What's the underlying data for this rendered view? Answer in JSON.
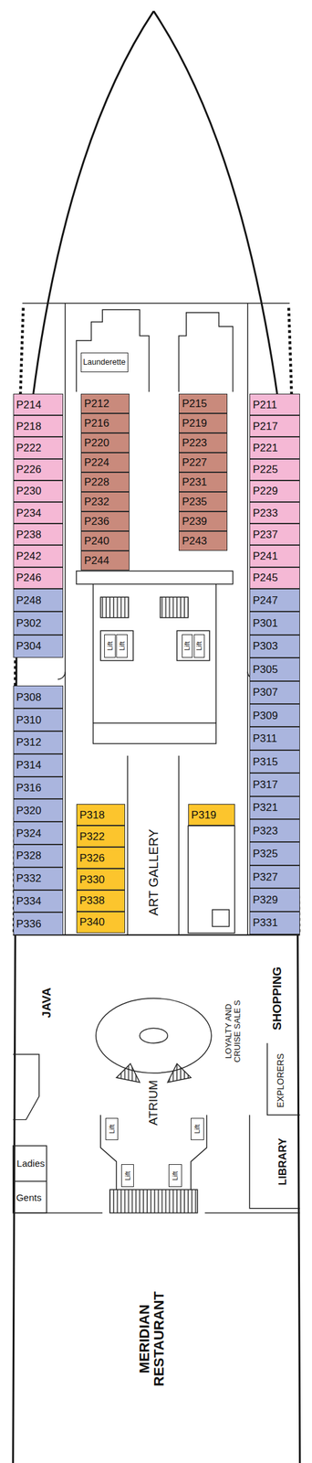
{
  "diagram": {
    "nodes": [
      {
        "text": [
          "Launderette"
        ]
      },
      {
        "text": [
          "P214"
        ]
      },
      {
        "text": [
          "P218"
        ]
      },
      {
        "text": [
          "P222"
        ]
      },
      {
        "text": [
          "P226"
        ]
      },
      {
        "text": [
          "P230"
        ]
      },
      {
        "text": [
          "P234"
        ]
      },
      {
        "text": [
          "P238"
        ]
      },
      {
        "text": [
          "P242"
        ]
      },
      {
        "text": [
          "P246"
        ]
      },
      {
        "text": [
          "P248"
        ]
      },
      {
        "text": [
          "P302"
        ]
      },
      {
        "text": [
          "P304"
        ]
      },
      {
        "text": [
          "P308"
        ]
      },
      {
        "text": [
          "P310"
        ]
      },
      {
        "text": [
          "P312"
        ]
      },
      {
        "text": [
          "P314"
        ]
      },
      {
        "text": [
          "P316"
        ]
      },
      {
        "text": [
          "P320"
        ]
      },
      {
        "text": [
          "P324"
        ]
      },
      {
        "text": [
          "P328"
        ]
      },
      {
        "text": [
          "P332"
        ]
      },
      {
        "text": [
          "P334"
        ]
      },
      {
        "text": [
          "P336"
        ]
      },
      {
        "text": [
          "P212"
        ]
      },
      {
        "text": [
          "P216"
        ]
      },
      {
        "text": [
          "P220"
        ]
      },
      {
        "text": [
          "P224"
        ]
      },
      {
        "text": [
          "P228"
        ]
      },
      {
        "text": [
          "P232"
        ]
      },
      {
        "text": [
          "P236"
        ]
      },
      {
        "text": [
          "P240"
        ]
      },
      {
        "text": [
          "P244"
        ]
      },
      {
        "text": [
          "P215"
        ]
      },
      {
        "text": [
          "P219"
        ]
      },
      {
        "text": [
          "P223"
        ]
      },
      {
        "text": [
          "P227"
        ]
      },
      {
        "text": [
          "P231"
        ]
      },
      {
        "text": [
          "P235"
        ]
      },
      {
        "text": [
          "P239"
        ]
      },
      {
        "text": [
          "P243"
        ]
      },
      {
        "text": [
          "P211"
        ]
      },
      {
        "text": [
          "P217"
        ]
      },
      {
        "text": [
          "P221"
        ]
      },
      {
        "text": [
          "P225"
        ]
      },
      {
        "text": [
          "P229"
        ]
      },
      {
        "text": [
          "P233"
        ]
      },
      {
        "text": [
          "P237"
        ]
      },
      {
        "text": [
          "P241"
        ]
      },
      {
        "text": [
          "P245"
        ]
      },
      {
        "text": [
          "P247"
        ]
      },
      {
        "text": [
          "P301"
        ]
      },
      {
        "text": [
          "P303"
        ]
      },
      {
        "text": [
          "P305"
        ]
      },
      {
        "text": [
          "P307"
        ]
      },
      {
        "text": [
          "P309"
        ]
      },
      {
        "text": [
          "P311"
        ]
      },
      {
        "text": [
          "P315"
        ]
      },
      {
        "text": [
          "P317"
        ]
      },
      {
        "text": [
          "P321"
        ]
      },
      {
        "text": [
          "P323"
        ]
      },
      {
        "text": [
          "P325"
        ]
      },
      {
        "text": [
          "P327"
        ]
      },
      {
        "text": [
          "P329"
        ]
      },
      {
        "text": [
          "P331"
        ]
      },
      {
        "text": [
          "P318"
        ]
      },
      {
        "text": [
          "P322"
        ]
      },
      {
        "text": [
          "P326"
        ]
      },
      {
        "text": [
          "P330"
        ]
      },
      {
        "text": [
          "P338"
        ]
      },
      {
        "text": [
          "P340"
        ]
      },
      {
        "text": [
          "P319"
        ]
      },
      {
        "text": [
          "Lift"
        ]
      },
      {
        "text": [
          "Lift"
        ]
      },
      {
        "text": [
          "Lift"
        ]
      },
      {
        "text": [
          "Lift"
        ]
      },
      {
        "text": [
          "Lift"
        ]
      },
      {
        "text": [
          "Lift"
        ]
      },
      {
        "text": [
          "Lift"
        ]
      },
      {
        "text": [
          "Lift"
        ]
      }
    ],
    "labels": [
      "ART GALLERY",
      "JAVA",
      "LOYALTY AND CRUISE SALE S",
      "SHOPPING",
      "ATRIUM",
      "EXPLORERS",
      "LIBRARY",
      "Ladies",
      "Gents",
      "MERIDIAN RESTAURANT"
    ]
  }
}
